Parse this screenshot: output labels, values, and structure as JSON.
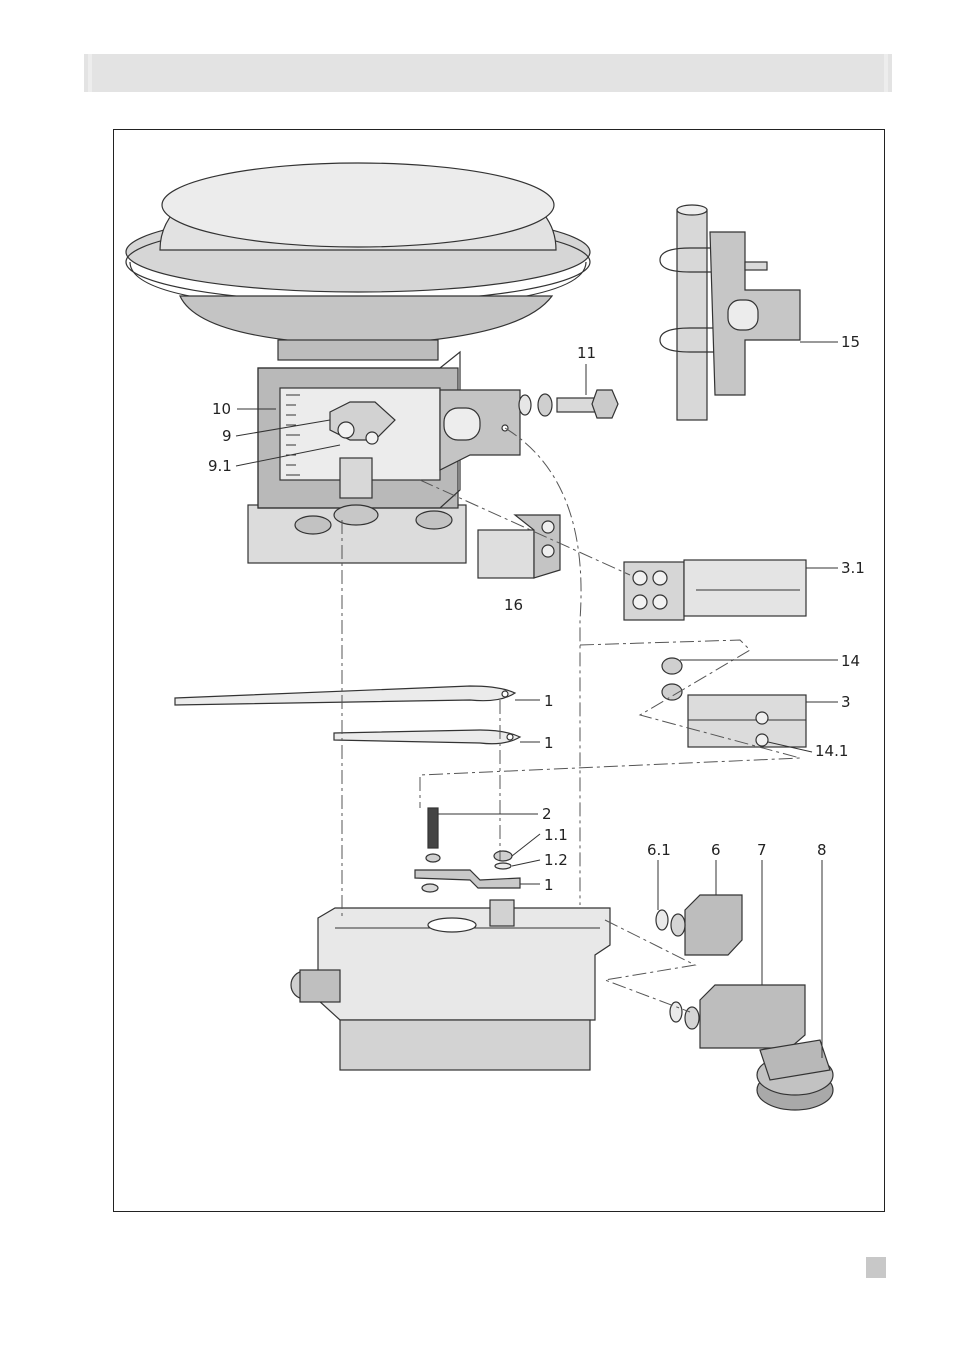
{
  "labels": {
    "p10": "10",
    "p9": "9",
    "p9_1": "9.1",
    "p11": "11",
    "p15": "15",
    "p16": "16",
    "p3_1": "3.1",
    "p14": "14",
    "p3": "3",
    "p14_1": "14.1",
    "p1_a": "1",
    "p1_b": "1",
    "p2": "2",
    "p1_1": "1.1",
    "p1_2": "1.2",
    "p1_c": "1",
    "p6_1": "6.1",
    "p6": "6",
    "p7": "7",
    "p8": "8"
  },
  "colors": {
    "header": "#e3e3e3",
    "part_fill": "#c9c9c9",
    "part_light": "#e6e6e6",
    "part_dark": "#8f8f8f",
    "line": "#333333"
  }
}
